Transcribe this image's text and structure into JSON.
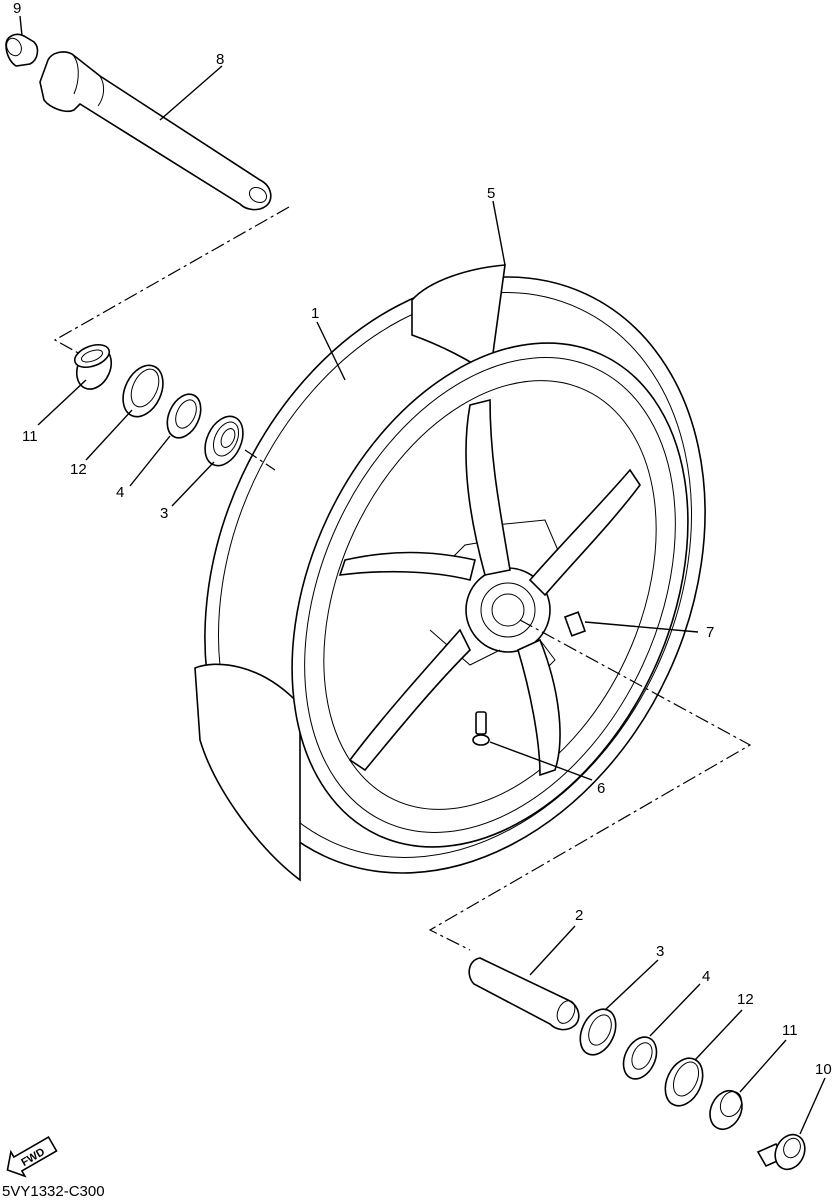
{
  "diagram": {
    "code": "5VY1332-C300",
    "fwd_label": "FWD",
    "callouts": {
      "c9_top": "9",
      "c8_top": "8",
      "c5": "5",
      "c1": "1",
      "c11_left": "11",
      "c12_left": "12",
      "c4_left": "4",
      "c3_left": "3",
      "c7": "7",
      "c6": "6",
      "c2": "2",
      "c3_right": "3",
      "c4_right": "4",
      "c12_right": "12",
      "c11_right": "11",
      "c10": "10"
    }
  }
}
